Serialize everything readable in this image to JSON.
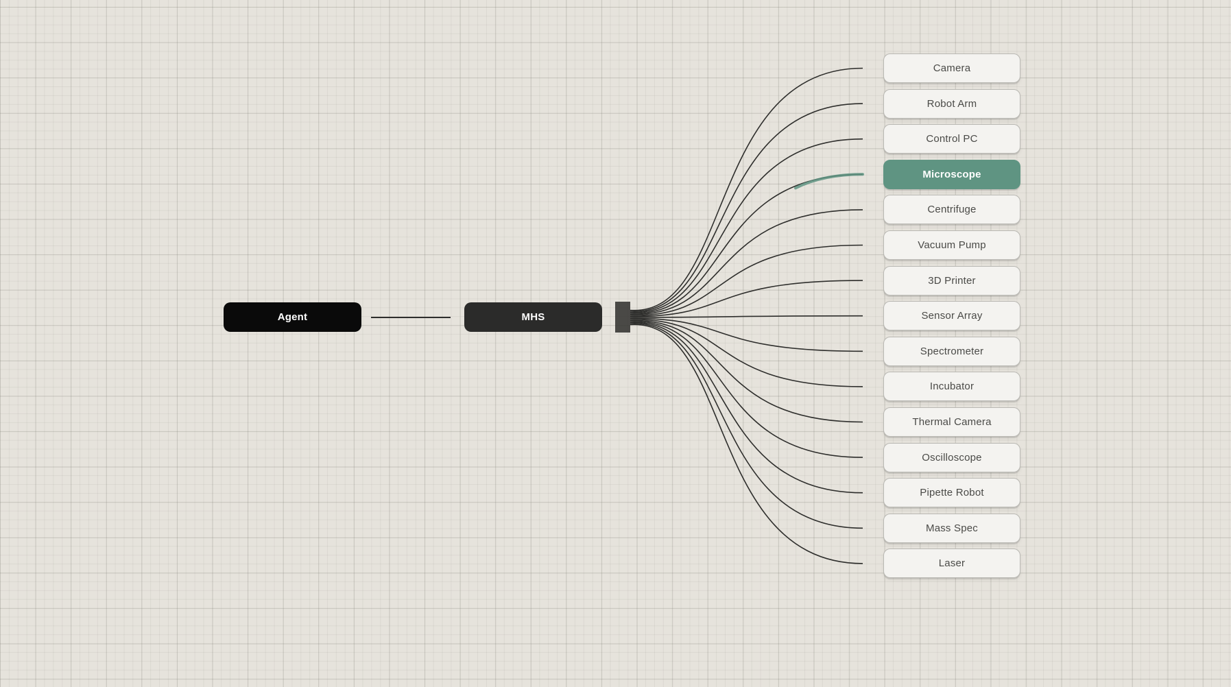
{
  "hub_nodes": {
    "agent": {
      "label": "Agent"
    },
    "mhs": {
      "label": "MHS"
    }
  },
  "devices": [
    {
      "label": "Camera",
      "active": false
    },
    {
      "label": "Robot Arm",
      "active": false
    },
    {
      "label": "Control PC",
      "active": false
    },
    {
      "label": "Microscope",
      "active": true
    },
    {
      "label": "Centrifuge",
      "active": false
    },
    {
      "label": "Vacuum Pump",
      "active": false
    },
    {
      "label": "3D Printer",
      "active": false
    },
    {
      "label": "Sensor Array",
      "active": false
    },
    {
      "label": "Spectrometer",
      "active": false
    },
    {
      "label": "Incubator",
      "active": false
    },
    {
      "label": "Thermal Camera",
      "active": false
    },
    {
      "label": "Oscilloscope",
      "active": false
    },
    {
      "label": "Pipette Robot",
      "active": false
    },
    {
      "label": "Mass Spec",
      "active": false
    },
    {
      "label": "Laser",
      "active": false
    }
  ],
  "colors": {
    "wire": "#2e2e2c",
    "active_wire": "#5f9482",
    "active_device": "#5f9482",
    "agent_fill": "#0a0a0a",
    "mhs_fill": "#2b2b2a"
  }
}
